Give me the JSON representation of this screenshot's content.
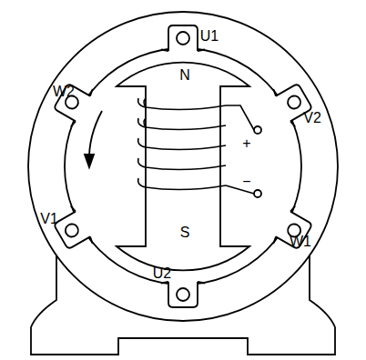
{
  "diagram": {
    "labels": [
      "U1",
      "V2",
      "W1",
      "U2",
      "V1",
      "W2",
      "N",
      "S",
      "+",
      "−"
    ]
  }
}
